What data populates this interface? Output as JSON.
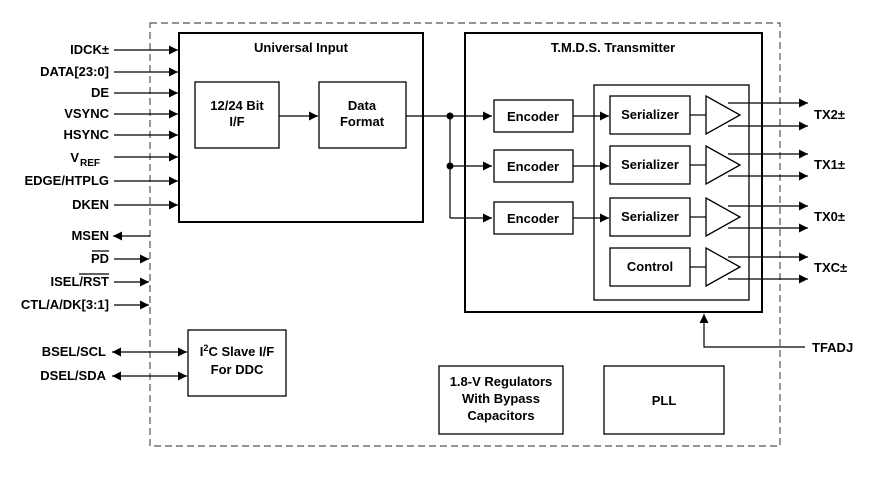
{
  "inputs": {
    "idck": "IDCK±",
    "data": "DATA[23:0]",
    "de": "DE",
    "vsync": "VSYNC",
    "hsync": "HSYNC",
    "vref_main": "V",
    "vref_sub": "REF",
    "edge": "EDGE/HTPLG",
    "dken": "DKEN",
    "msen": "MSEN",
    "pd": "PD",
    "isel_a": "ISEL/",
    "isel_b": "RST",
    "ctl": "CTL/A/DK[3:1]",
    "bsel": "BSEL/SCL",
    "dsel": "DSEL/SDA"
  },
  "blocks": {
    "universal_input": "Universal Input",
    "if_line1": "12/24 Bit",
    "if_line2": "I/F",
    "df_line1": "Data",
    "df_line2": "Format",
    "tmds": "T.M.D.S. Transmitter",
    "encoder": "Encoder",
    "serializer": "Serializer",
    "control": "Control",
    "i2c_a": "I",
    "i2c_sup": "2",
    "i2c_b": "C Slave I/F",
    "i2c_line2": "For DDC",
    "reg_line1": "1.8-V Regulators",
    "reg_line2": "With Bypass",
    "reg_line3": "Capacitors",
    "pll": "PLL"
  },
  "outputs": {
    "tx2": "TX2±",
    "tx1": "TX1±",
    "tx0": "TX0±",
    "txc": "TXC±",
    "tfadj": "TFADJ"
  }
}
